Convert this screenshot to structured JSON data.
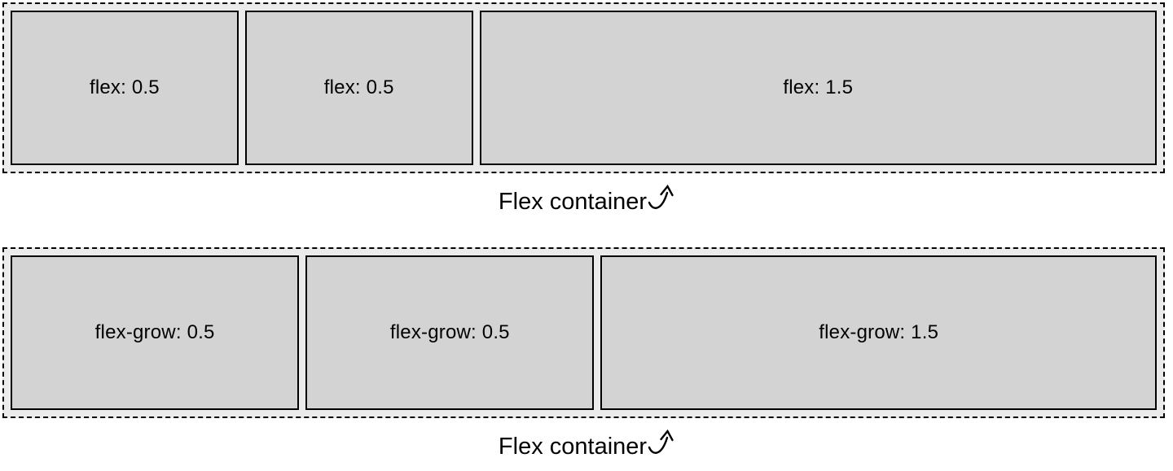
{
  "colors": {
    "page-bg": "#ffffff",
    "container-bg": "#ebebeb",
    "item-bg": "#d3d3d3",
    "border": "#000000",
    "text": "#000000"
  },
  "containers": [
    {
      "caption": "Flex container",
      "items": [
        {
          "label": "flex: 0.5"
        },
        {
          "label": "flex: 0.5"
        },
        {
          "label": "flex: 1.5"
        }
      ]
    },
    {
      "caption": "Flex container",
      "items": [
        {
          "label": "flex-grow: 0.5"
        },
        {
          "label": "flex-grow: 0.5"
        },
        {
          "label": "flex-grow: 1.5"
        }
      ]
    }
  ]
}
